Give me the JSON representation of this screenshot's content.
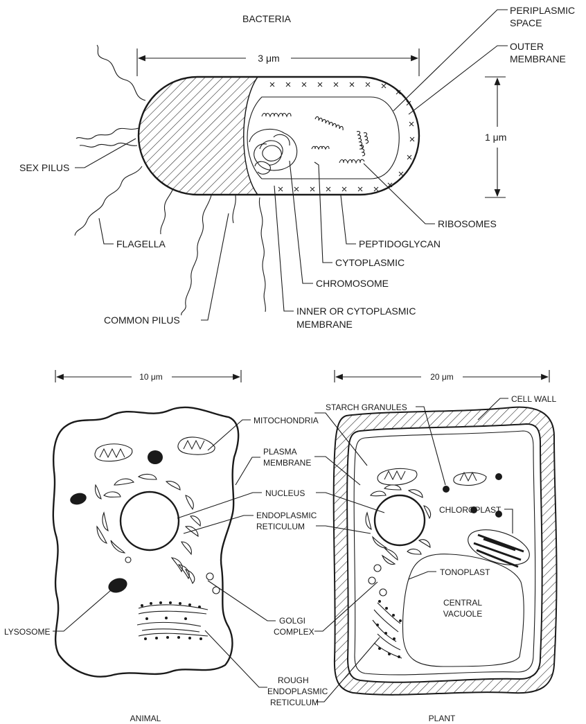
{
  "bacteria": {
    "title": "BACTERIA",
    "width_label": "3 μm",
    "height_label": "1 μm",
    "labels": {
      "periplasmic_1": "PERIPLASMIC",
      "periplasmic_2": "SPACE",
      "outer_1": "OUTER",
      "outer_2": "MEMBRANE",
      "sex_pilus": "SEX PILUS",
      "ribosomes": "RIBOSOMES",
      "flagella": "FLAGELLA",
      "peptidoglycan": "PEPTIDOGLYCAN",
      "cytoplasmic": "CYTOPLASMIC",
      "chromosome": "CHROMOSOME",
      "common_pilus": "COMMON PILUS",
      "inner_1": "INNER OR CYTOPLASMIC",
      "inner_2": "MEMBRANE"
    }
  },
  "animal": {
    "title": "ANIMAL",
    "width_label": "10 μm",
    "labels": {
      "mitochondria": "MITOCHONDRIA",
      "plasma_1": "PLASMA",
      "plasma_2": "MEMBRANE",
      "nucleus": "NUCLEUS",
      "er_1": "ENDOPLASMIC",
      "er_2": "RETICULUM",
      "lysosome": "LYSOSOME",
      "golgi_1": "GOLGI",
      "golgi_2": "COMPLEX",
      "rough_1": "ROUGH",
      "rough_2": "ENDOPLASMIC",
      "rough_3": "RETICULUM"
    }
  },
  "plant": {
    "title": "PLANT",
    "width_label": "20 μm",
    "labels": {
      "starch": "STARCH GRANULES",
      "cell_wall": "CELL WALL",
      "chloroplast": "CHLOROPLAST",
      "tonoplast": "TONOPLAST",
      "central_1": "CENTRAL",
      "central_2": "VACUOLE"
    }
  }
}
